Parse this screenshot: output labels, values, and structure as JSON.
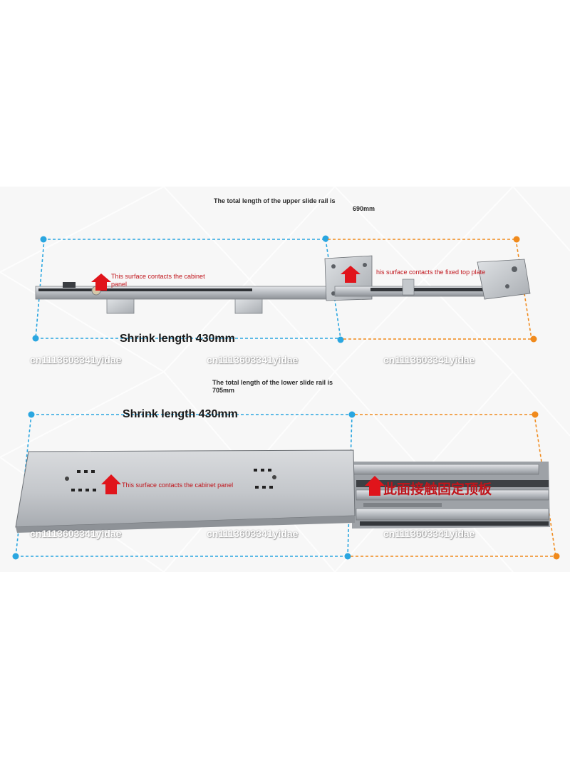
{
  "upper": {
    "title_line1": "The total length of the upper slide rail is",
    "title_line2": "690mm",
    "shrink_label": "Shrink length 430mm",
    "note_left_line1": "This surface contacts the cabinet",
    "note_left_line2": "panel",
    "note_right": "his surface contacts the fixed top plate"
  },
  "lower": {
    "title_line1": "The total length of the lower slide rail is",
    "title_line2": "705mm",
    "shrink_label": "Shrink length 430mm",
    "note_left": "This surface contacts the cabinet panel",
    "note_right": "此面接触固定顶板"
  },
  "watermark": "cn1113603341yidae",
  "colors": {
    "blue_dim": "#2aa6e0",
    "orange_dim": "#f08a1c",
    "arrow_red": "#e0141b",
    "steel": "#b9bdc2",
    "panel_bg": "#f7f7f7"
  }
}
